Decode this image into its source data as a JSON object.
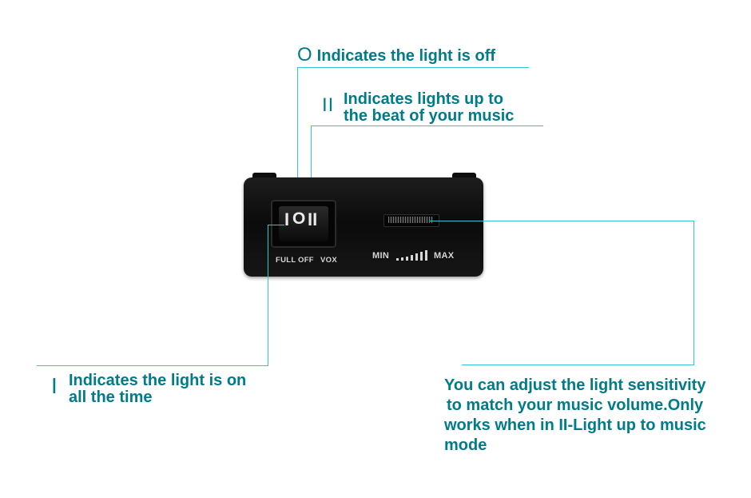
{
  "callouts": {
    "off": {
      "symbol": "O",
      "text": "Indicates the light is off"
    },
    "music": {
      "symbol": "II",
      "line1": "Indicates lights up to",
      "line2": "the beat of your music"
    },
    "on": {
      "symbol": "I",
      "line1": "Indicates the light is on",
      "line2": "all the time"
    },
    "sensitivity": {
      "line1": "You can adjust the light sensitivity",
      "line2": "to match your music volume.Only",
      "line3": "works when in II-Light up to music",
      "line4": "mode"
    }
  },
  "device": {
    "switch_symbols": [
      "I",
      "O",
      "II"
    ],
    "switch_labels": {
      "full": "FULL",
      "off": "OFF",
      "vox": "VOX"
    },
    "slider_labels": {
      "min": "MIN",
      "max": "MAX"
    }
  },
  "colors": {
    "callout_text": "#007b8a",
    "leader_line": "#33c4d6",
    "device_body": "#111111"
  }
}
